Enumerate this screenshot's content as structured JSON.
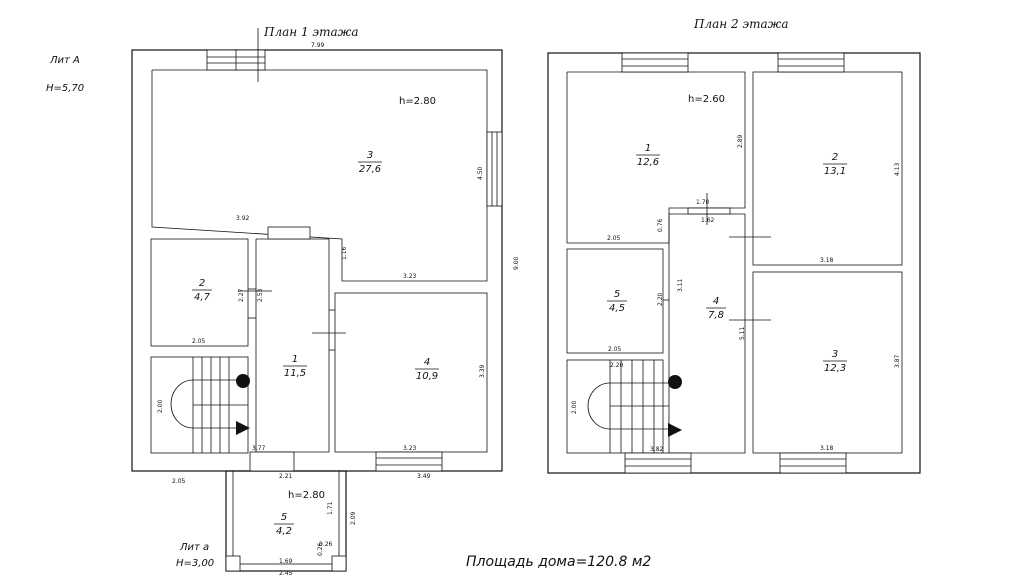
{
  "titles": {
    "floor1": "План 1 этажа",
    "floor2": "План 2 этажа"
  },
  "lit": {
    "a_main": "Лит А",
    "a_main_height": "H=5,70",
    "a_small": "Лит а",
    "a_small_height": "H=3,00"
  },
  "area_total": "Площадь дома=120.8 м2",
  "floor1": {
    "height_main": "h=2.80",
    "height_porch": "h=2.80",
    "rooms": [
      {
        "id": "f1-room-3",
        "num": "3",
        "area": "27,6"
      },
      {
        "id": "f1-room-2",
        "num": "2",
        "area": "4,7"
      },
      {
        "id": "f1-room-1",
        "num": "1",
        "area": "11,5"
      },
      {
        "id": "f1-room-4",
        "num": "4",
        "area": "10,9"
      },
      {
        "id": "f1-room-5",
        "num": "5",
        "area": "4,2"
      }
    ],
    "dims": {
      "top_width": "7.99",
      "room3_right": "4.50",
      "room3_bottom_left": "3.92",
      "room3_bottom_right": "3.23",
      "step_116": "1.16",
      "overall_height": "9.00",
      "room2_right": "2.27",
      "corridor_253": "2.53",
      "room2_bottom": "2.05",
      "room4_right": "3.39",
      "room4_bottom": "3.23",
      "stair_left": "2.00",
      "corridor_bottom": "3.77",
      "outer_bottom_left": "2.05",
      "outer_bottom_right": "3.49",
      "porch_width": "2.21",
      "porch_inner_right": "1.71",
      "porch_outer_right": "2.09",
      "porch_bottom_inner": "1.69",
      "porch_bottom_outer": "2.45",
      "porch_026a": "0.26",
      "porch_026b": "0.26"
    }
  },
  "floor2": {
    "height_main": "h=2.60",
    "rooms": [
      {
        "id": "f2-room-1",
        "num": "1",
        "area": "12,6"
      },
      {
        "id": "f2-room-2",
        "num": "2",
        "area": "13,1"
      },
      {
        "id": "f2-room-5",
        "num": "5",
        "area": "4,5"
      },
      {
        "id": "f2-room-4",
        "num": "4",
        "area": "7,8"
      },
      {
        "id": "f2-room-3",
        "num": "3",
        "area": "12,3"
      }
    ],
    "dims": {
      "room1_right": "2.89",
      "room1_bottom": "2.05",
      "room1_076": "0.76",
      "door_170": "1.70",
      "door_162": "1.62",
      "room2_right": "4.13",
      "room2_bottom": "3.18",
      "corridor_311": "3.11",
      "room5_left": "2.20",
      "room5_bottom": "2.05",
      "stair_top": "2.20",
      "stair_left": "2.00",
      "corridor_511": "5.11",
      "corridor_bottom": "3.82",
      "room3_right": "3.87",
      "room3_bottom": "3.18"
    }
  }
}
